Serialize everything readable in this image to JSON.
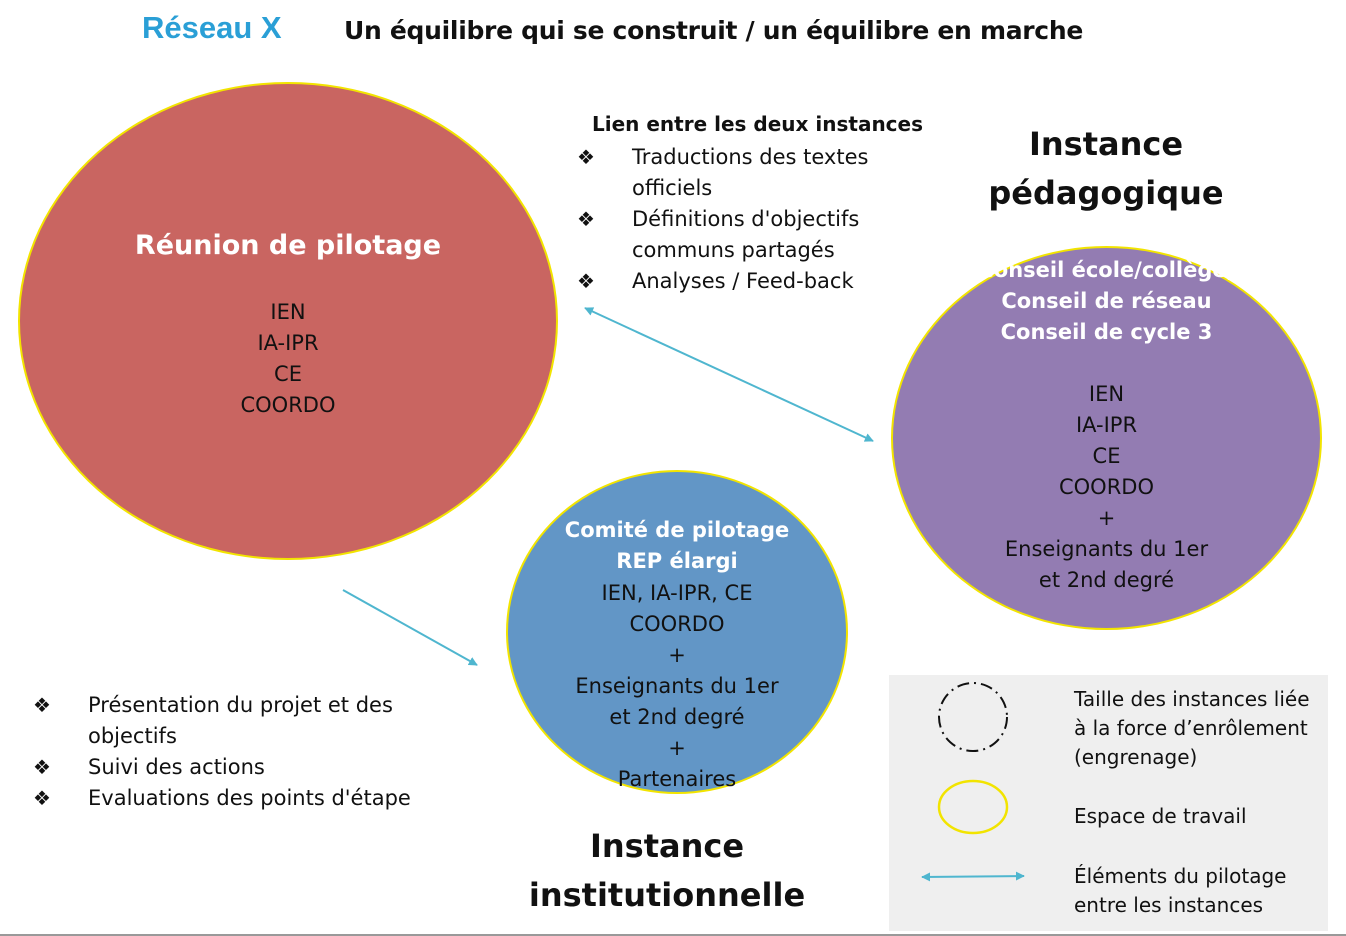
{
  "header": {
    "brand": "Réseau X",
    "title": "Un équilibre qui se construit / un équilibre en marche"
  },
  "colors": {
    "brand": "#2a9fd6",
    "arrow": "#4fb6cf",
    "workspace_outline": "#f2e400",
    "reunion_fill": "#c96561",
    "pedagogique_fill": "#937cb2",
    "institutionnelle_fill": "#6296c6",
    "legend_bg": "#efefef"
  },
  "reunion": {
    "title": "Réunion de pilotage",
    "members": [
      "IEN",
      "IA-IPR",
      "CE",
      "COORDO"
    ]
  },
  "pedagogique": {
    "section_title": [
      "Instance",
      "pédagogique"
    ],
    "heading": [
      "Conseil école/collège,",
      "Conseil de réseau",
      "Conseil de cycle 3"
    ],
    "members": [
      "IEN",
      "IA-IPR",
      "CE",
      "COORDO",
      "+",
      "Enseignants du 1er",
      "et 2nd degré"
    ]
  },
  "institutionnelle": {
    "section_title": [
      "Instance",
      "institutionnelle"
    ],
    "heading": [
      "Comité de pilotage",
      "REP élargi"
    ],
    "members": [
      "IEN, IA-IPR, CE",
      "COORDO",
      "+",
      "Enseignants du 1er",
      "et 2nd degré",
      "+",
      "Partenaires"
    ]
  },
  "lien": {
    "title": "Lien entre les deux instances",
    "items": [
      [
        "Traductions des textes",
        "officiels"
      ],
      [
        "Définitions d'objectifs",
        "communs partagés"
      ],
      [
        "Analyses / Feed-back"
      ]
    ]
  },
  "bottom_list": {
    "items": [
      [
        "Présentation du projet et des",
        "objectifs"
      ],
      [
        "Suivi des actions"
      ],
      [
        "Evaluations des points d'étape"
      ]
    ]
  },
  "bullet_glyph": "❖",
  "legend": {
    "size_text": [
      "Taille des instances liée",
      "à la force d’enrôlement",
      "(engrenage)"
    ],
    "workspace_text": "Espace de travail",
    "arrow_text": [
      "Éléments du pilotage",
      "entre les instances"
    ]
  }
}
